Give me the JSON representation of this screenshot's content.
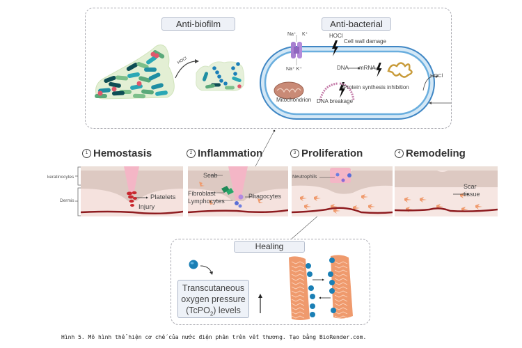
{
  "top_box": {
    "anti_biofilm": {
      "title": "Anti-biofilm",
      "arrow_label": "HOCl"
    },
    "anti_bacterial": {
      "title": "Anti-bacterial",
      "ion_top_na": "Na⁺",
      "ion_top_k": "K⁺",
      "ion_bottom": "Na⁺ K⁺",
      "hocl_top": "HOCl",
      "cell_wall_damage": "Cell wall damage",
      "dna": "DNA",
      "mrna": "mRNA",
      "hocl_right": "HOCl",
      "protein_synthesis": "Protein synthesis inhibition",
      "mitochondrion": "Mitochondrion",
      "dna_breakage": "DNA breakage"
    }
  },
  "stages": [
    {
      "number": "1",
      "title": "Hemostasis",
      "labels": [
        "Platelets",
        "Injury"
      ]
    },
    {
      "number": "2",
      "title": "Inflammation",
      "labels": [
        "Scab",
        "Fibroblast",
        "Lymphocytes",
        "Phagocytes"
      ]
    },
    {
      "number": "3",
      "title": "Proliferation",
      "labels": [
        "Neutrophils"
      ]
    },
    {
      "number": "4",
      "title": "Remodeling",
      "labels": [
        "Scar",
        "tissue"
      ]
    }
  ],
  "side_labels": {
    "keratinocytes": "keratinocytes",
    "dermis": "Dermis"
  },
  "healing": {
    "title": "Healing",
    "box_line1": "Transcutaneous",
    "box_line2": "oxygen pressure",
    "box_line3_pre": "(TcPO",
    "box_line3_sub": "2",
    "box_line3_post": ") levels",
    "trend": "increase"
  },
  "caption": "Hình 5. Mô hình thể hiện cơ chế của nước điện phân trên vết thương. Tạo bằng BioRender.com.",
  "colors": {
    "dashed_border": "#a9a9b0",
    "title_pill_bg": "#eef1f7",
    "cell_membrane": "#5a9fd4",
    "skin_dermis": "#f7e3df",
    "skin_keratin": "#d9c5bd",
    "blood_vessel": "#8e1b1f",
    "wound_pink": "#f4b3c4",
    "platelet_red": "#c8282f",
    "fibroblast_orange": "#ef9a6d",
    "oxygen_blue": "#1a7fb5",
    "bacteria_teal": "#1f8ea3",
    "bacteria_dark": "#0e4d54",
    "bacteria_green": "#7cbf8a",
    "bacteria_red": "#e0576b"
  }
}
